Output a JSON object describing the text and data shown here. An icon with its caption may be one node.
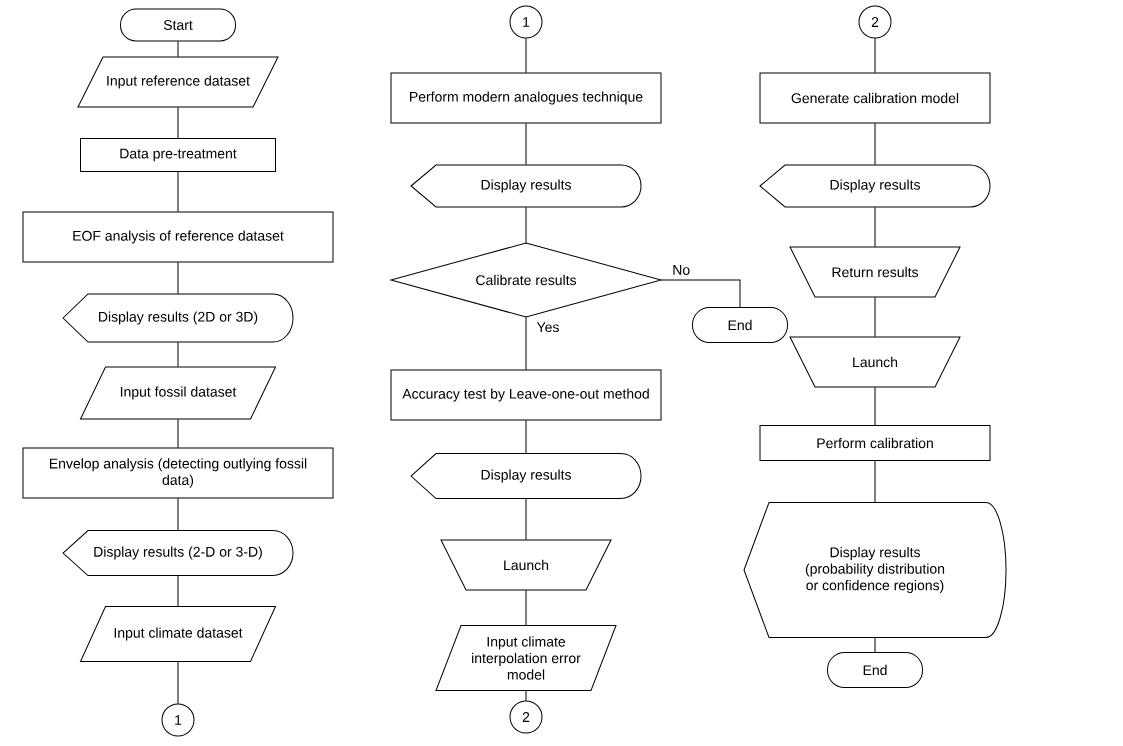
{
  "diagram": {
    "nodes": [
      {
        "text": [
          "Start"
        ]
      },
      {
        "text": [
          "Input reference dataset"
        ]
      },
      {
        "text": [
          "Data pre-treatment"
        ]
      },
      {
        "text": [
          "EOF analysis of reference dataset"
        ]
      },
      {
        "text": [
          "Display results (2D or 3D)"
        ]
      },
      {
        "text": [
          "Input fossil dataset"
        ]
      },
      {
        "text": [
          "Envelop analysis (detecting outlying fossil data)"
        ]
      },
      {
        "text": [
          "Display results (2-D or 3-D)"
        ]
      },
      {
        "text": [
          "Input climate dataset"
        ]
      },
      {
        "text": [
          "1"
        ]
      },
      {
        "text": [
          "1"
        ]
      },
      {
        "text": [
          "Perform modern analogues technique"
        ]
      },
      {
        "text": [
          "Display results"
        ]
      },
      {
        "text": [
          "Calibrate results"
        ]
      },
      {
        "text": [
          "End"
        ]
      },
      {
        "text": [
          "Accuracy test by Leave-one-out method"
        ]
      },
      {
        "text": [
          "Display results"
        ]
      },
      {
        "text": [
          "Launch"
        ]
      },
      {
        "text": [
          "Input climate interpolation error model"
        ]
      },
      {
        "text": [
          "2"
        ]
      },
      {
        "text": [
          "2"
        ]
      },
      {
        "text": [
          "Generate calibration model"
        ]
      },
      {
        "text": [
          "Display results"
        ]
      },
      {
        "text": [
          "Return results"
        ]
      },
      {
        "text": [
          "Launch"
        ]
      },
      {
        "text": [
          "Perform calibration"
        ]
      },
      {
        "text": [
          "Display results (probability distribution or confidence regions)"
        ]
      },
      {
        "text": [
          "End"
        ]
      }
    ],
    "edges": [
      {
        "from": 0,
        "to": 1,
        "arrow": "none"
      },
      {
        "from": 1,
        "to": 2,
        "arrow": "none"
      },
      {
        "from": 2,
        "to": 3,
        "arrow": "none"
      },
      {
        "from": 3,
        "to": 4,
        "arrow": "none"
      },
      {
        "from": 4,
        "to": 5,
        "arrow": "none"
      },
      {
        "from": 5,
        "to": 6,
        "arrow": "none"
      },
      {
        "from": 6,
        "to": 7,
        "arrow": "none"
      },
      {
        "from": 7,
        "to": 8,
        "arrow": "none"
      },
      {
        "from": 8,
        "to": 9,
        "arrow": "none"
      },
      {
        "from": 10,
        "to": 11,
        "arrow": "none"
      },
      {
        "from": 11,
        "to": 12,
        "arrow": "none"
      },
      {
        "from": 12,
        "to": 13,
        "arrow": "none"
      },
      {
        "from": 13,
        "to": 14,
        "arrow": "none",
        "label": "No"
      },
      {
        "from": 13,
        "to": 15,
        "arrow": "none",
        "label": "Yes"
      },
      {
        "from": 15,
        "to": 16,
        "arrow": "none"
      },
      {
        "from": 16,
        "to": 17,
        "arrow": "none"
      },
      {
        "from": 17,
        "to": 18,
        "arrow": "none"
      },
      {
        "from": 18,
        "to": 19,
        "arrow": "none"
      },
      {
        "from": 20,
        "to": 21,
        "arrow": "none"
      },
      {
        "from": 21,
        "to": 22,
        "arrow": "none"
      },
      {
        "from": 22,
        "to": 23,
        "arrow": "none"
      },
      {
        "from": 23,
        "to": 24,
        "arrow": "none"
      },
      {
        "from": 24,
        "to": 25,
        "arrow": "none"
      },
      {
        "from": 25,
        "to": 26,
        "arrow": "none"
      },
      {
        "from": 26,
        "to": 27,
        "arrow": "none"
      }
    ]
  }
}
